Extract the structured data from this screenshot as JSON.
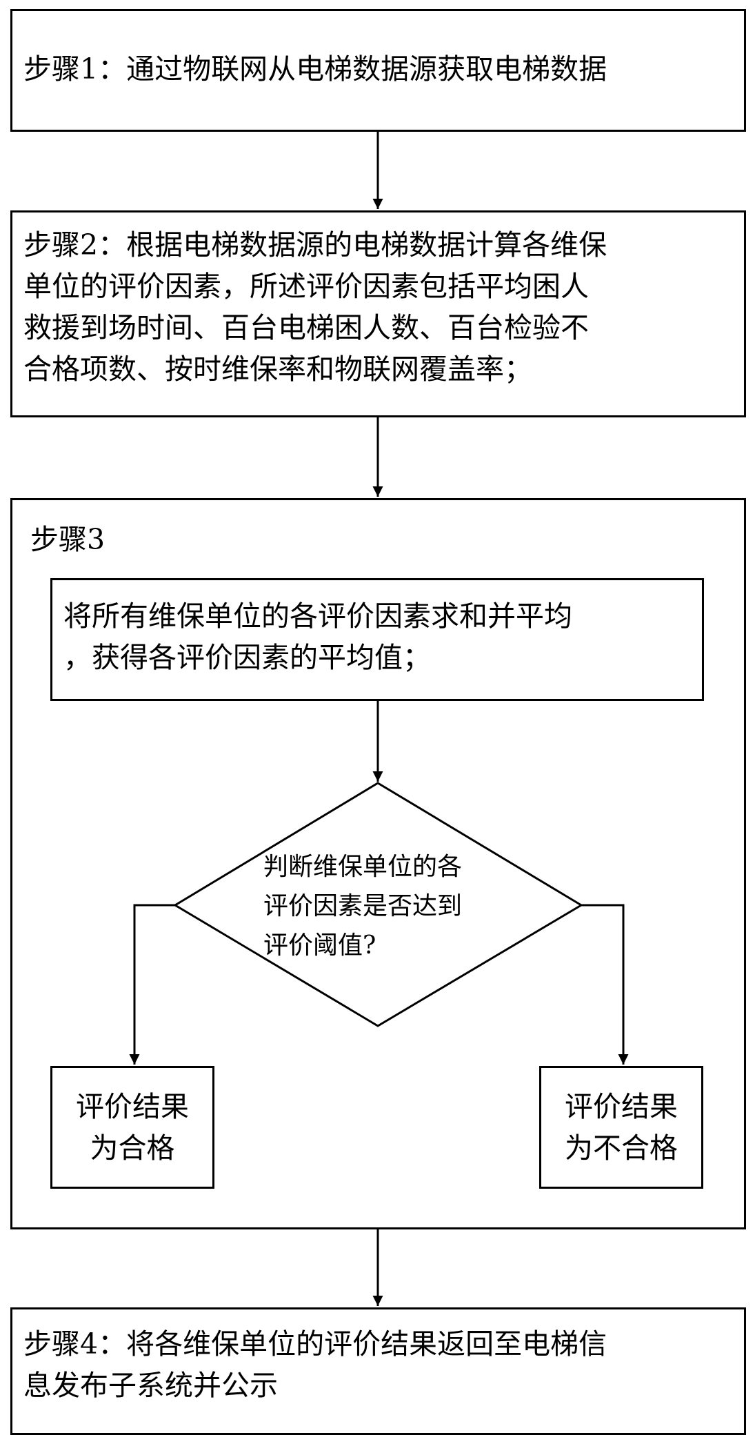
{
  "diagram": {
    "step1": {
      "text": "步骤1：通过物联网从电梯数据源获取电梯数据"
    },
    "step2": {
      "text": "步骤2：根据电梯数据源的电梯数据计算各维保\n单位的评价因素，所述评价因素包括平均困人\n救援到场时间、百台电梯困人数、百台检验不\n合格项数、按时维保率和物联网覆盖率；"
    },
    "step3": {
      "label": "步骤3",
      "average_box": "将所有维保单位的各评价因素求和并平均\n，获得各评价因素的平均值；",
      "decision": {
        "line1": "判断维保单位的各",
        "line2": "评价因素是否达到",
        "line3": "评价阈值?"
      },
      "pass_result": "评价结果\n为合格",
      "fail_result": "评价结果\n为不合格"
    },
    "step4": {
      "text": "步骤4：将各维保单位的评价结果返回至电梯信\n息发布子系统并公示"
    }
  }
}
